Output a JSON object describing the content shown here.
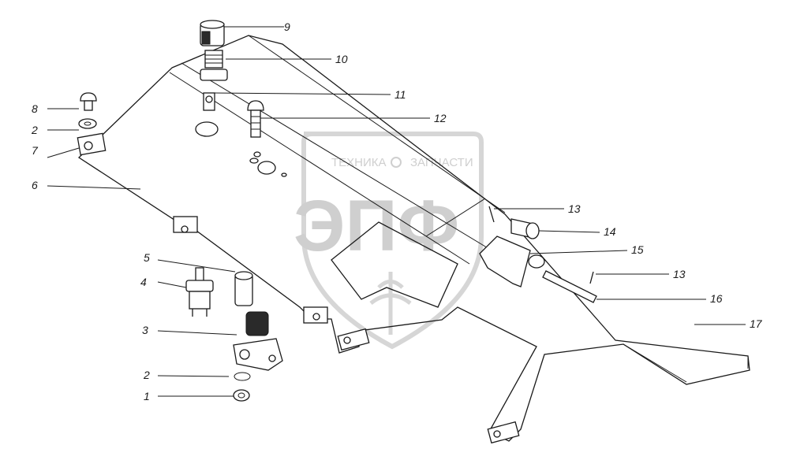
{
  "watermark": {
    "top_text": "ТЕХНИКА",
    "top_text_right": "ЗАПЧАСТИ",
    "logo_text": "ЭПФ",
    "colors": {
      "watermark": "#cfcfcf"
    }
  },
  "callouts": {
    "n1": "1",
    "n2a": "2",
    "n2b": "2",
    "n3": "3",
    "n4": "4",
    "n5": "5",
    "n6": "6",
    "n7": "7",
    "n8": "8",
    "n9": "9",
    "n10": "10",
    "n11": "11",
    "n12": "12",
    "n13a": "13",
    "n13b": "13",
    "n14": "14",
    "n15": "15",
    "n16": "16",
    "n17": "17"
  }
}
